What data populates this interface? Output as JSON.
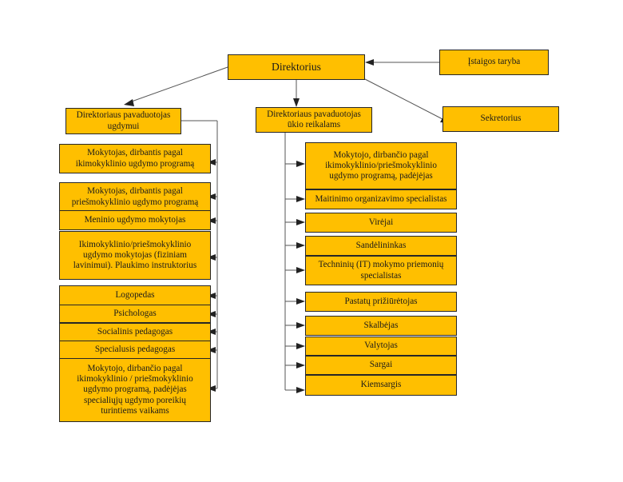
{
  "diagram": {
    "title_top": "Direktorius",
    "colors": {
      "box_fill": "#FFBF00",
      "box_border": "#262626",
      "connector": "#555555",
      "background": "#FFFFFF"
    },
    "top_nodes": {
      "director": "Direktorius",
      "council": "Įstaigos taryba",
      "secretary": "Sekretorius"
    },
    "deputies": {
      "education": "Direktoriaus pavaduotojas\nugdymui",
      "economy": "Direktoriaus pavaduotojas\nūkio reikalams"
    },
    "left_column": [
      {
        "label": "Mokytojas, dirbantis pagal\nikimokyklinio ugdymo programą"
      },
      {
        "label": "Mokytojas, dirbantis pagal\npriešmokyklinio ugdymo programą"
      },
      {
        "label": "Meninio ugdymo mokytojas"
      },
      {
        "label": "Ikimokyklinio/priešmokyklinio\nugdymo mokytojas (fiziniam\nlavinimui).    Plaukimo instruktorius"
      },
      {
        "label": "Logopedas"
      },
      {
        "label": "Psichologas"
      },
      {
        "label": "Socialinis pedagogas"
      },
      {
        "label": "Specialusis pedagogas"
      },
      {
        "label": "Mokytojo, dirbančio pagal\nikimokyklinio / priešmokyklinio\nugdymo programą, padėjėjas\nspecialiųjų ugdymo poreikių\nturintiems vaikams"
      }
    ],
    "right_column": [
      {
        "label": "Mokytojo, dirbančio pagal\nikimokyklinio/priešmokyklinio\nugdymo programą, padėjėjas"
      },
      {
        "label": "Maitinimo organizavimo specialistas"
      },
      {
        "label": "Virėjai"
      },
      {
        "label": "Sandėlininkas"
      },
      {
        "label": "Techninių (IT) mokymo priemonių\nspecialistas"
      },
      {
        "label": "Pastatų prižiūrėtojas"
      },
      {
        "label": "Skalbėjas"
      },
      {
        "label": "Valytojas"
      },
      {
        "label": "Sargai"
      },
      {
        "label": "Kiemsargis"
      }
    ]
  }
}
